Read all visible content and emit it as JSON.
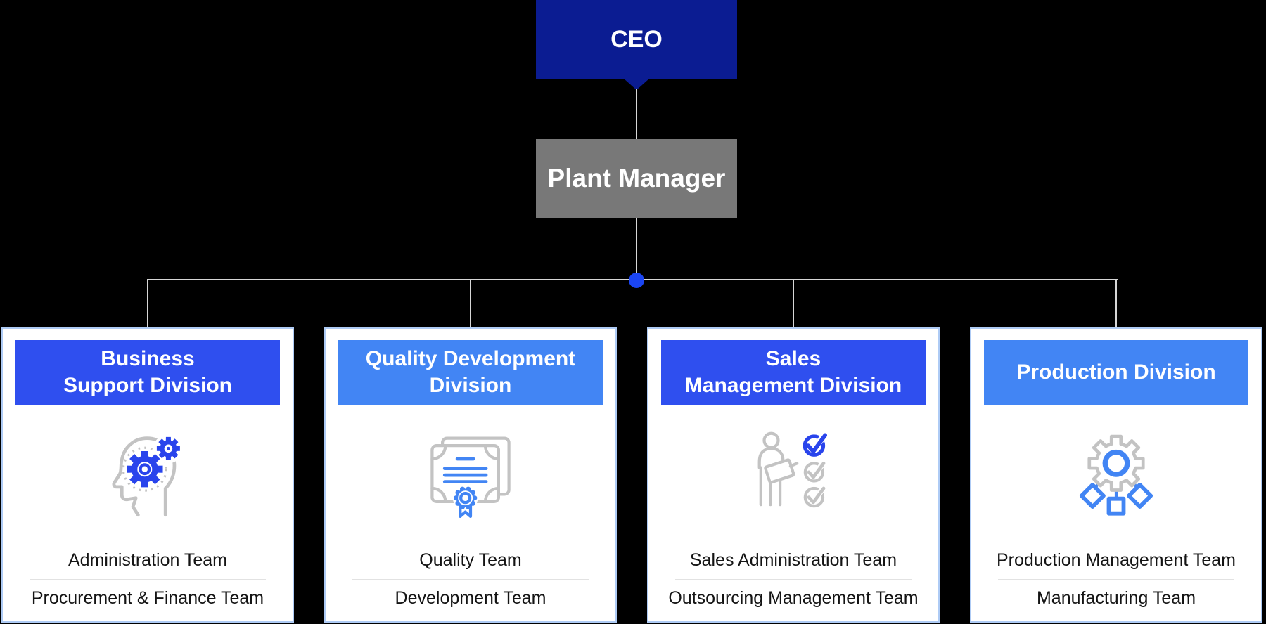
{
  "page": {
    "background": "#000000"
  },
  "org_chart": {
    "ceo": {
      "label": "CEO",
      "color": "#0b1c92",
      "text_color": "#ffffff"
    },
    "plant_manager": {
      "label": "Plant Manager",
      "color": "#787878",
      "text_color": "#ffffff"
    },
    "connector": {
      "line_color": "#d6d6d6",
      "junction_dot_color": "#1b45f2"
    },
    "card_border_color": "#aecbf5",
    "divisions": [
      {
        "label": "Business\nSupport Division",
        "header_color": "#2f4fef",
        "icon": "head-gears-icon",
        "teams": [
          "Administration Team",
          "Procurement & Finance Team"
        ]
      },
      {
        "label": "Quality Development\nDivision",
        "header_color": "#4285f4",
        "icon": "certificate-icon",
        "teams": [
          "Quality Team",
          "Development Team"
        ]
      },
      {
        "label": "Sales\nManagement Division",
        "header_color": "#2f4fef",
        "icon": "person-checklist-icon",
        "teams": [
          "Sales Administration Team",
          "Outsourcing Management Team"
        ]
      },
      {
        "label": "Production Division",
        "header_color": "#4285f4",
        "icon": "gear-network-icon",
        "teams": [
          "Production Management Team",
          "Manufacturing Team"
        ]
      }
    ],
    "icon_colors": {
      "royal_blue": "#2944ec",
      "light_blue": "#4285f4",
      "gray": "#c3c3c3"
    }
  }
}
